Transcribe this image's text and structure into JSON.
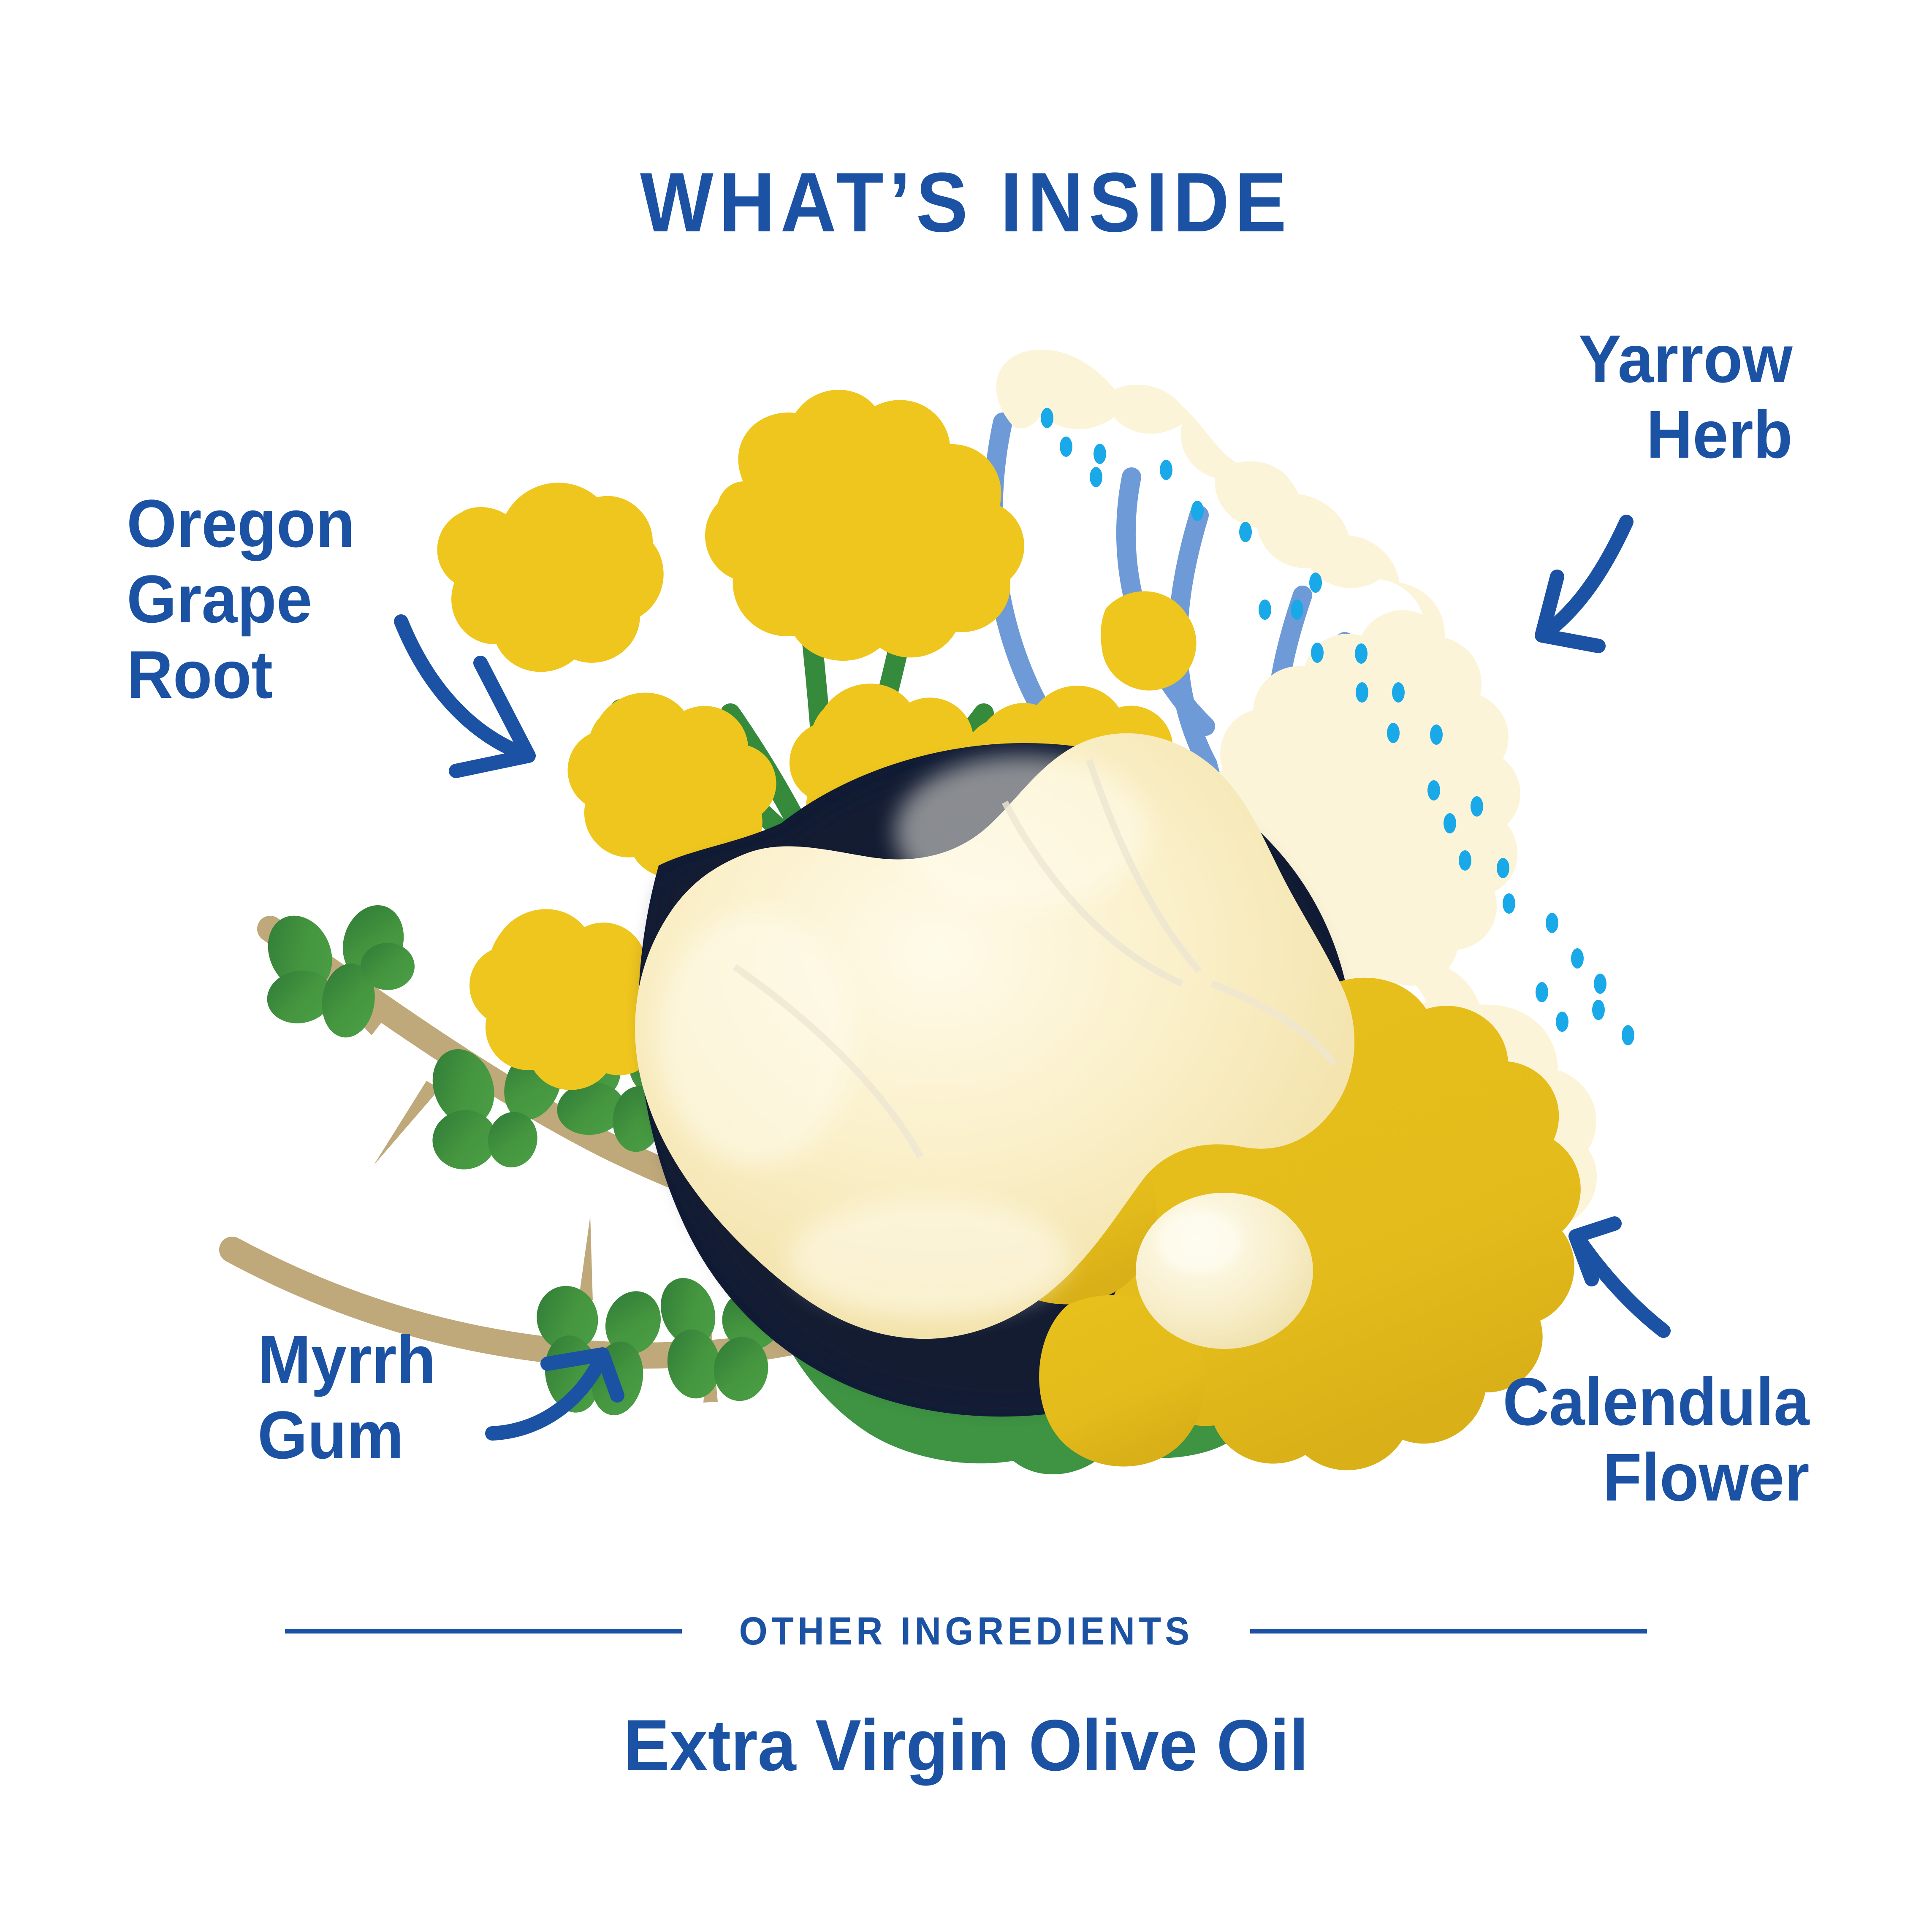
{
  "header": {
    "title": "WHAT’S INSIDE"
  },
  "colors": {
    "brand_blue": "#1B52A4",
    "yellow": "#EFC61E",
    "gold": "#E3BB1B",
    "green": "#3E9443",
    "leaf_green": "#45A048",
    "stem_green": "#358A3C",
    "cream": "#FBF4D8",
    "balm": "#F6E7B4",
    "navy": "#121B33",
    "branch_tan": "#BFA97B",
    "petal_blue": "#6E9BD8",
    "dot_cyan": "#19A8E8",
    "background": "#FFFFFF"
  },
  "ingredients": [
    {
      "id": "oregon-grape-root",
      "label": "Oregon\nGrape\nRoot",
      "align": "left",
      "arrow": "curved-arrow-down-right"
    },
    {
      "id": "yarrow-herb",
      "label": "Yarrow\nHerb",
      "align": "right",
      "arrow": "curved-arrow-down-left"
    },
    {
      "id": "myrrh-gum",
      "label": "Myrrh\nGum",
      "align": "left",
      "arrow": "curved-arrow-up-right"
    },
    {
      "id": "calendula-flower",
      "label": "Calendula\nFlower",
      "align": "right",
      "arrow": "curved-arrow-up-left"
    }
  ],
  "footer": {
    "other_ingredients_label": "OTHER INGREDIENTS",
    "other_ingredients_value": "Extra Virgin Olive Oil"
  }
}
